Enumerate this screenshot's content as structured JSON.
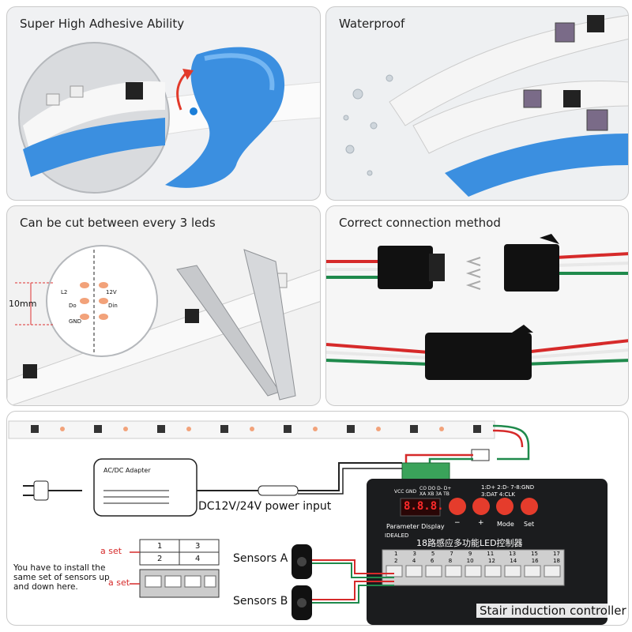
{
  "panels": {
    "adhesive": {
      "title": "Super High Adhesive Ability"
    },
    "waterproof": {
      "title": "Waterproof"
    },
    "cut": {
      "title": "Can be cut between every 3 leds",
      "measure": "10mm",
      "pads": {
        "l2": "L2",
        "v12": "12V",
        "do": "Do",
        "din": "Din",
        "gnd": "GND"
      }
    },
    "connection": {
      "title": "Correct connection method"
    }
  },
  "wiring": {
    "adapter_label": "AC/DC Adapter",
    "power_input": "DC12V/24V power input",
    "sensors_a": "Sensors A",
    "sensors_b": "Sensors B",
    "a_set_1": "a set",
    "a_set_2": "a set",
    "install_note": "You have to install the same set of sensors up and down here.",
    "grid_numbers": [
      "1",
      "3",
      "2",
      "4"
    ],
    "controller_name": "Stair induction controller",
    "controller": {
      "display": "8.8.8.",
      "param_display": "Parameter Display",
      "brand": "IDEALED",
      "chinese_title": "18路感应多功能LED控制器",
      "top_terminal": "VCC GND",
      "top_terminal2": "CO DO D- D+",
      "top_terminal3": "XA XB 3A TB",
      "pin_map": "1:D+  2:D-  7-8:GND",
      "pin_map2": "3:DAT 4:CLK",
      "buttons": [
        "−",
        "+",
        "Mode",
        "Set"
      ],
      "port_numbers": [
        "1",
        "3",
        "5",
        "7",
        "9",
        "11",
        "13",
        "15",
        "17",
        "2",
        "4",
        "6",
        "8",
        "10",
        "12",
        "14",
        "16",
        "18"
      ]
    }
  },
  "colors": {
    "tape_blue": "#3b8fe0",
    "button_red": "#e53c2c",
    "display_red": "#ff2a2a",
    "wire_red": "#d62a2a",
    "wire_green": "#1f8a4c"
  }
}
